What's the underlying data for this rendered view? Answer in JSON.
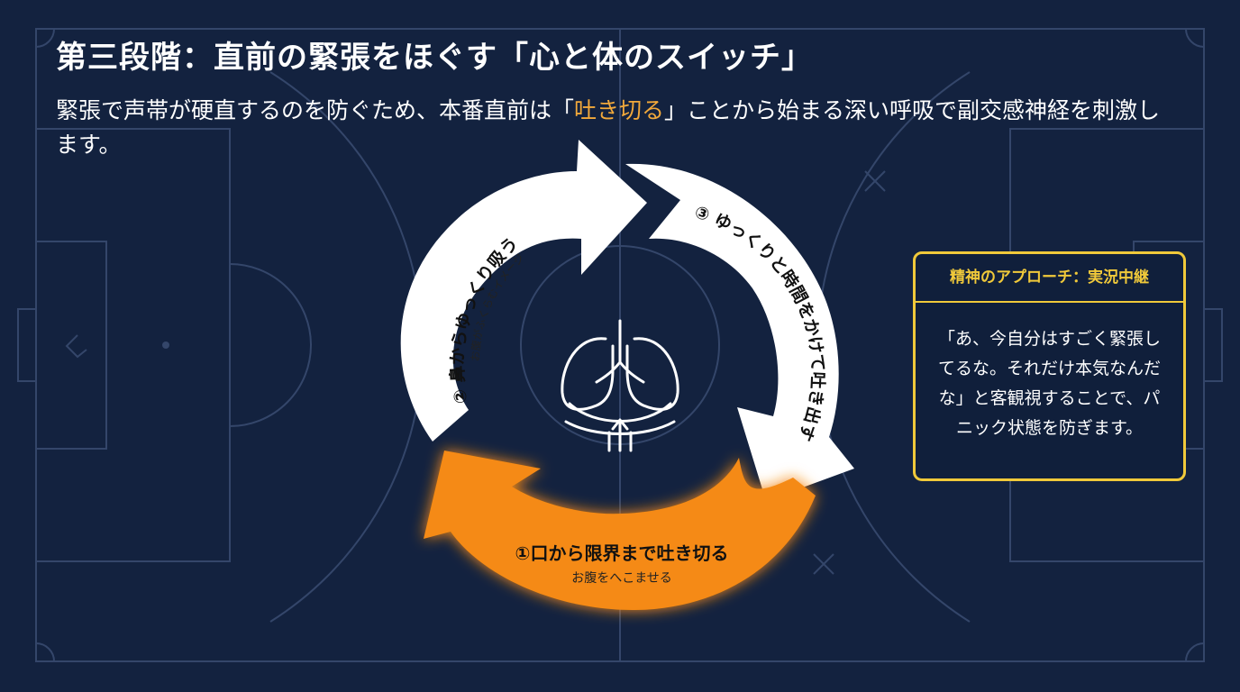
{
  "header": {
    "title": "第三段階：直前の緊張をほぐす「心と体のスイッチ」",
    "subtitle_before": "緊張で声帯が硬直するのを防ぐため、本番直前は「",
    "subtitle_highlight": "吐き切る",
    "subtitle_after": "」ことから始まる深い呼吸で副交感神経を刺激します。"
  },
  "cycle": {
    "step1": {
      "label": "①口から限界まで吐き切る",
      "sublabel": "お腹をへこませる"
    },
    "step2": {
      "label": "② 鼻からゆっくり吸う",
      "sublabel": "お腹がふくらむイメージ"
    },
    "step3": {
      "label": "③ ゆっくりと時間をかけて吐き出す"
    },
    "center_icon": "lungs-icon"
  },
  "callout": {
    "title": "精神のアプローチ：実況中継",
    "body": "「あ、今自分はすごく緊張してるな。それだけ本気なんだな」と客観視することで、パニック状態を防ぎます。"
  },
  "colors": {
    "background": "#13223f",
    "highlight": "#f2a93b",
    "active_arrow": "#f58a12",
    "callout_border": "#f0c93a",
    "field_lines": "#3a4a68"
  }
}
